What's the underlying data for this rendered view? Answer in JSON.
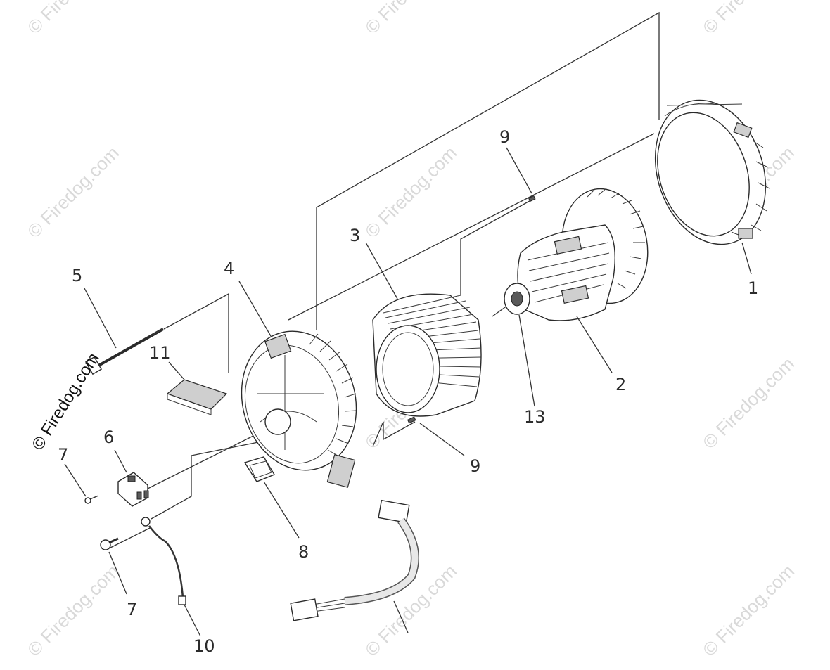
{
  "watermark": {
    "main_text": "© Firedog.com",
    "faint_text": "© Firedog.com"
  },
  "callouts": [
    {
      "id": "1",
      "text": "1"
    },
    {
      "id": "2",
      "text": "2"
    },
    {
      "id": "3",
      "text": "3"
    },
    {
      "id": "4",
      "text": "4"
    },
    {
      "id": "5",
      "text": "5"
    },
    {
      "id": "6",
      "text": "6"
    },
    {
      "id": "7a",
      "text": "7"
    },
    {
      "id": "7b",
      "text": "7"
    },
    {
      "id": "8",
      "text": "8"
    },
    {
      "id": "9a",
      "text": "9"
    },
    {
      "id": "9b",
      "text": "9"
    },
    {
      "id": "10",
      "text": "10"
    },
    {
      "id": "11",
      "text": "11"
    },
    {
      "id": "13",
      "text": "13"
    }
  ],
  "parts": [
    {
      "callout": "1",
      "icon": "rear-bearing-carrier-icon"
    },
    {
      "callout": "2",
      "icon": "rotor-assembly-icon"
    },
    {
      "callout": "3",
      "icon": "stator-icon"
    },
    {
      "callout": "4",
      "icon": "front-housing-icon"
    },
    {
      "callout": "5",
      "icon": "through-bolt-icon"
    },
    {
      "callout": "6",
      "icon": "brush-holder-icon"
    },
    {
      "callout": "7",
      "icon": "screw-icon"
    },
    {
      "callout": "8",
      "icon": "bracket-icon"
    },
    {
      "callout": "9",
      "icon": "dowel-pin-icon"
    },
    {
      "callout": "10",
      "icon": "ground-wire-icon"
    },
    {
      "callout": "11",
      "icon": "pad-icon"
    },
    {
      "callout": "13",
      "icon": "bearing-icon"
    }
  ]
}
